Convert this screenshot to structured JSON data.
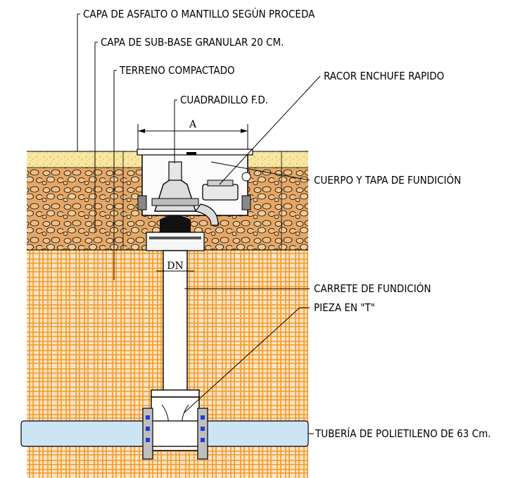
{
  "labels": {
    "asphalt": "CAPA DE ASFALTO O MANTILLO SEGÚN PROCEDA",
    "subbase": "CAPA DE SUB-BASE GRANULAR 20 CM.",
    "compacted": "TERRENO COMPACTADO",
    "racor": "RACOR ENCHUFE RAPIDO",
    "cuadradillo": "CUADRADILLO F.D.",
    "body_lid": "CUERPO Y TAPA DE FUNDICIÓN",
    "carrete": "CARRETE DE FUNDICIÓN",
    "tee": "PIEZA EN \"T\"",
    "pipe": "TUBERÍA DE POLIETILENO DE 63 Cm."
  },
  "dimensions": {
    "box_width": "A",
    "pipe_diameter": "DN"
  },
  "colors": {
    "asphalt_fill": "#f7e8a0",
    "gravel_fill": "#e3a562",
    "soil_fill": "#fbe6cf",
    "hatch": "#f29a2a",
    "pipe": "#cfe5f5",
    "line": "#000000"
  }
}
